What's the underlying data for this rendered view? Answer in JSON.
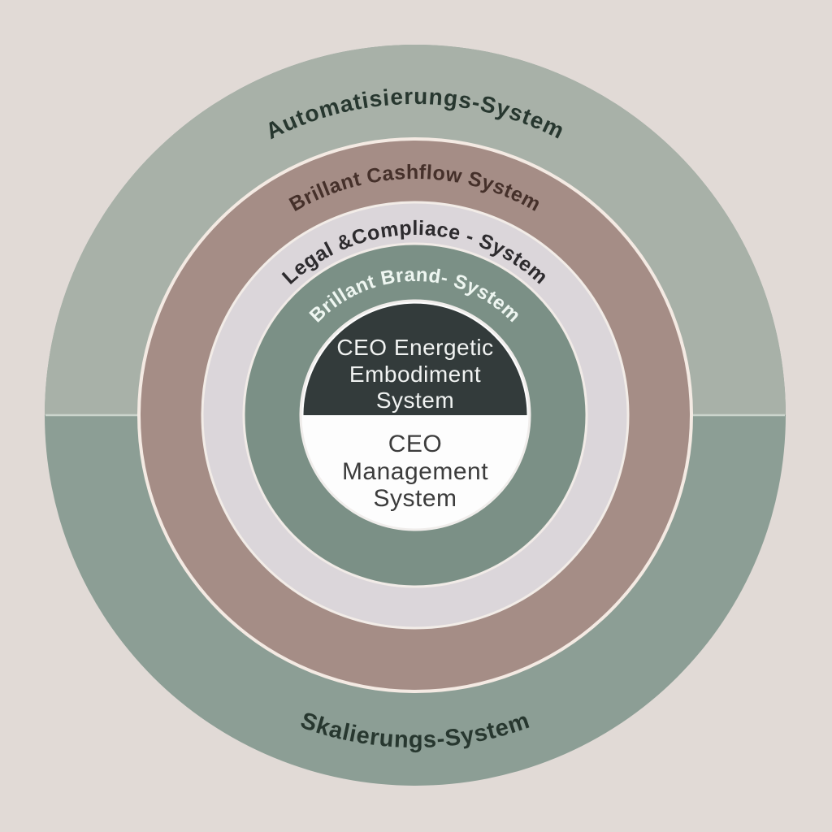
{
  "background_color": "#e1dad6",
  "diagram": {
    "outer_ring": {
      "top_label": "Automatisierungs-System",
      "bottom_label": "Skalierungs-System",
      "top_color": "#a8b1a8",
      "bottom_color": "#8c9e95",
      "divider_color": "#ccd5cd",
      "label_color": "#27372f"
    },
    "cashflow_ring": {
      "label": "Brillant Cashflow System",
      "color": "#a58d86",
      "label_color": "#45302a"
    },
    "legal_ring": {
      "label": "Legal &Compliace - System",
      "color": "#dbd6da",
      "label_color": "#2d2b2e"
    },
    "brand_ring": {
      "label": "Brillant Brand- System",
      "color": "#7b9086",
      "label_color": "#eef6f1"
    },
    "center_circle": {
      "top_half": {
        "color": "#333b3b",
        "text_color": "#f1f3f2",
        "lines": [
          "CEO Energetic",
          "Embodiment",
          "System"
        ]
      },
      "bottom_half": {
        "color": "#fdfdfd",
        "text_color": "#3c3c3c",
        "lines": [
          "CEO",
          "Management",
          "System"
        ]
      }
    }
  }
}
